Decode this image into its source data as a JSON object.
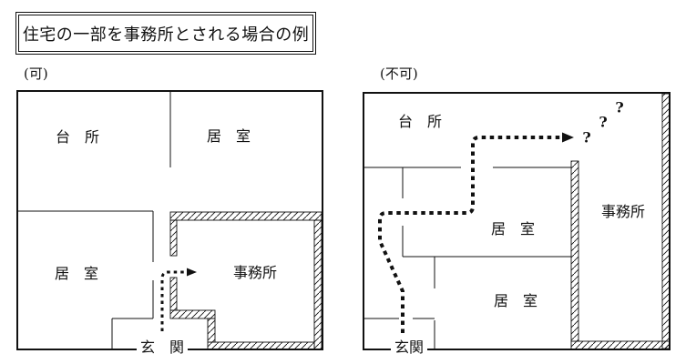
{
  "title": "住宅の一部を事務所とされる場合の例",
  "allowed_plan": {
    "caption": "(可)",
    "kitchen": "台　所",
    "living_top": "居　室",
    "living_bottom": "居　室",
    "office": "事務所",
    "entrance": "玄　関"
  },
  "not_allowed_plan": {
    "caption": "(不可)",
    "kitchen": "台　所",
    "living_upper": "居　室",
    "living_lower": "居　室",
    "office": "事務所",
    "entrance": "玄関",
    "question_marks": [
      "?",
      "?",
      "?"
    ]
  },
  "colors": {
    "line": "#111111",
    "background": "#ffffff"
  }
}
